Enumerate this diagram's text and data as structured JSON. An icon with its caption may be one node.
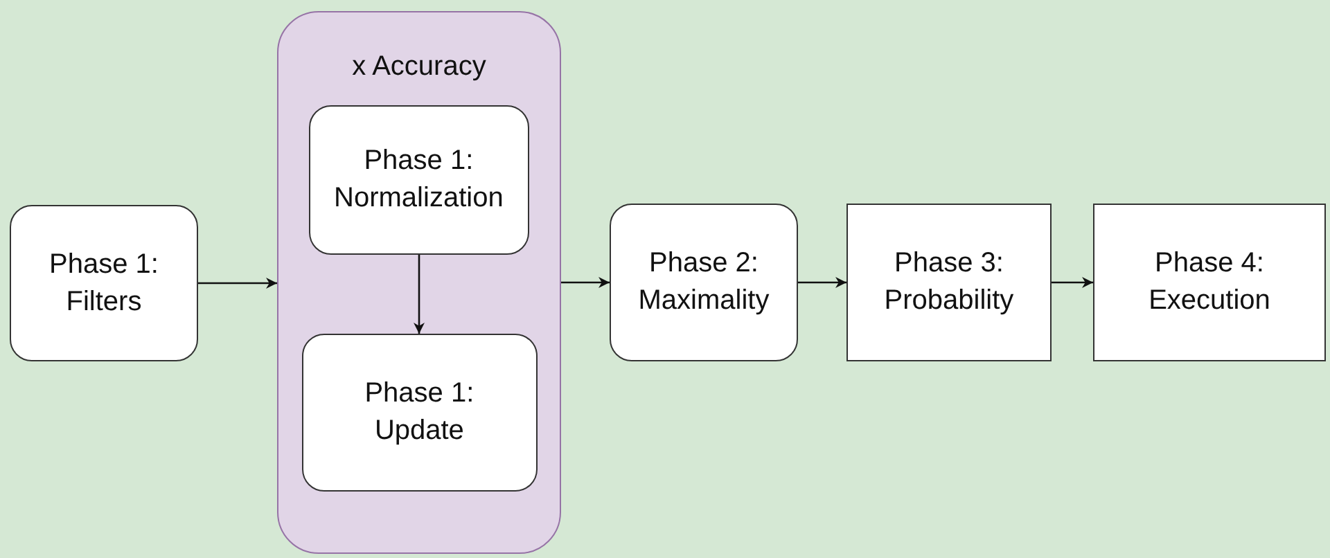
{
  "diagram": {
    "nodes": [
      {
        "text": [
          "Phase 1: Filters"
        ]
      },
      {
        "text": [
          "x Accuracy"
        ]
      },
      {
        "text": [
          "Phase 1: Normalization"
        ],
        "in": 1
      },
      {
        "text": [
          "Phase 1: Update"
        ],
        "in": 1
      },
      {
        "text": [
          "Phase 2: Maximality"
        ]
      },
      {
        "text": [
          "Phase 3: Probability"
        ]
      },
      {
        "text": [
          "Phase 4: Execution"
        ]
      }
    ],
    "edges": [
      {
        "from": 0,
        "to": 1,
        "arrow": "to"
      },
      {
        "from": 2,
        "to": 3,
        "arrow": "to"
      },
      {
        "from": 1,
        "to": 4,
        "arrow": "to"
      },
      {
        "from": 4,
        "to": 5,
        "arrow": "to"
      },
      {
        "from": 5,
        "to": 6,
        "arrow": "to"
      }
    ]
  }
}
